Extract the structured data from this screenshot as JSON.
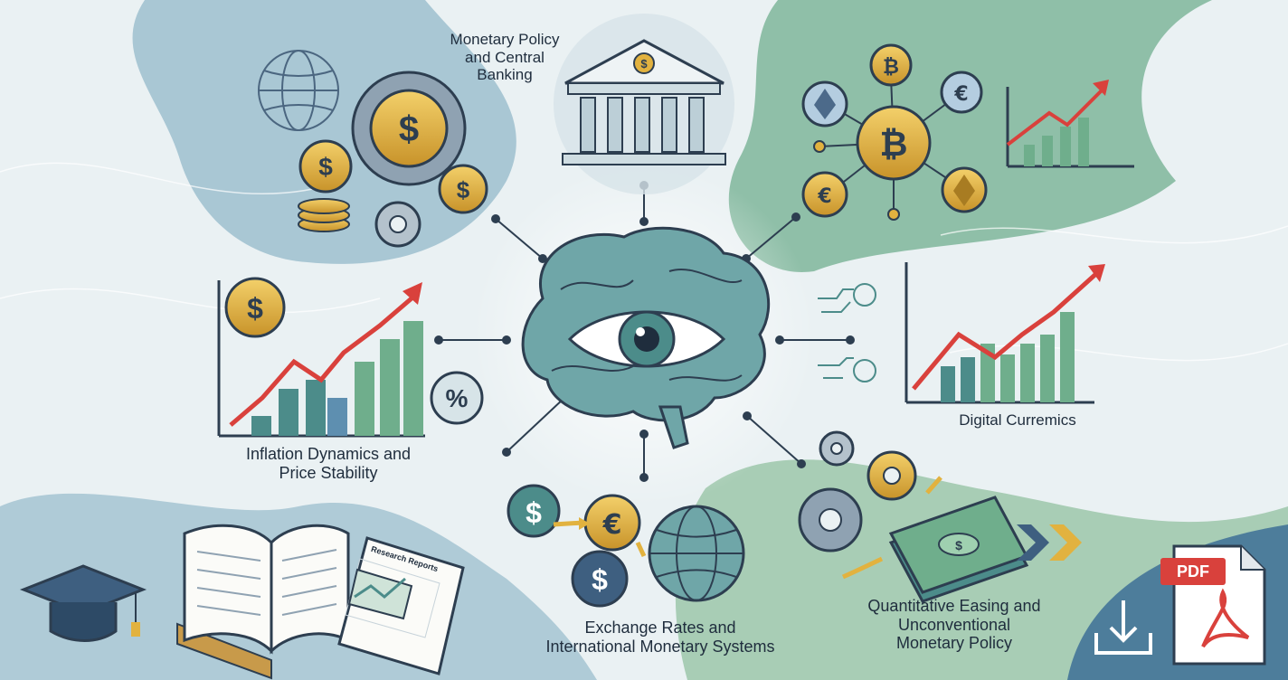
{
  "topics": {
    "monetary_policy": [
      "Monetary Policy",
      "and Central",
      "Banking"
    ],
    "inflation": [
      "Inflation Dynamics and",
      "Price Stability"
    ],
    "digital": [
      "Digital Curremics"
    ],
    "exchange": [
      "Exchange Rates and",
      "International Monetary Systems"
    ],
    "qe": [
      "Quantitative Easing and",
      "Unconventional",
      "Monetary Policy"
    ]
  },
  "icons": {
    "center": "brain-eye-icon",
    "bank": "bank-icon",
    "coins": "dollar-coin-icon",
    "globe": "globe-icon",
    "crypto": "crypto-network-icon",
    "pdf": "pdf-file-icon",
    "download": "download-icon",
    "grad": "graduation-cap-icon",
    "book": "open-book-icon",
    "report": "research-report-icon"
  },
  "currency_symbols": {
    "dollar": "$",
    "euro": "€",
    "bitcoin": "₿",
    "percent": "%"
  },
  "research_reports_label": "Research Reports",
  "pdf_label": "PDF",
  "colors": {
    "blue_region": "#9dbfce",
    "green_region": "#7fb59b",
    "gold": "#e2b23f",
    "red_arrow": "#d9413c",
    "dark": "#2d3e50",
    "teal": "#4c8c8a"
  }
}
